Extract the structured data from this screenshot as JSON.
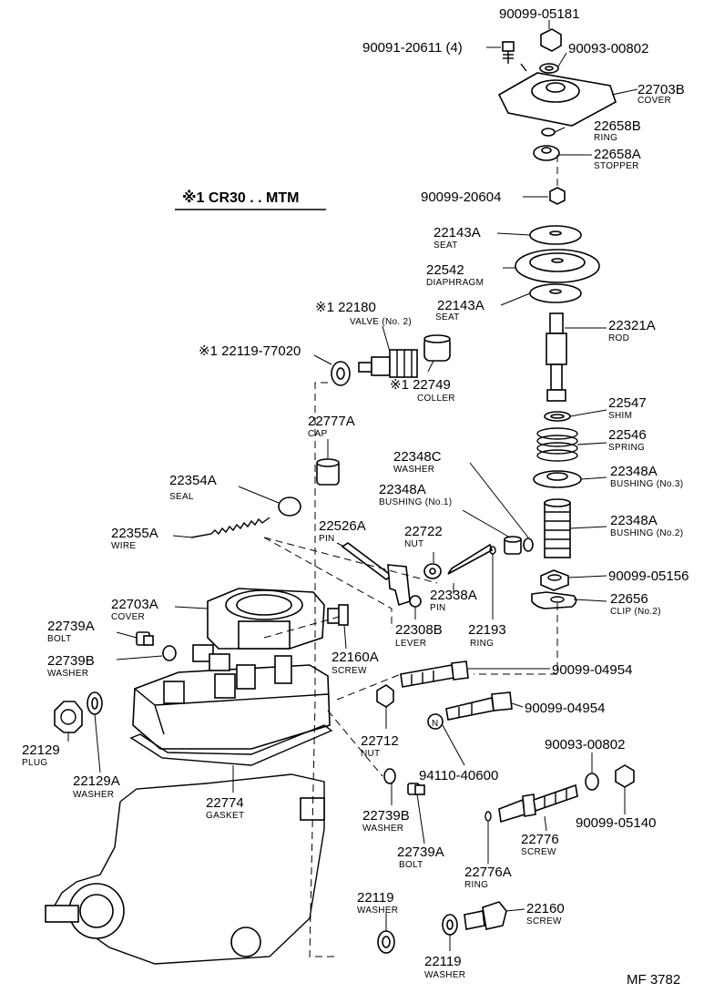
{
  "title": "※1 CR30 . . MTM",
  "footer": "MF 3782",
  "callouts": [
    {
      "id": "p1",
      "number": "90099-05181",
      "name": ""
    },
    {
      "id": "p2",
      "number": "90091-20611 (4)",
      "name": ""
    },
    {
      "id": "p3",
      "number": "90093-00802",
      "name": ""
    },
    {
      "id": "p4",
      "number": "22703B",
      "name": "COVER"
    },
    {
      "id": "p5",
      "number": "22658B",
      "name": "RING"
    },
    {
      "id": "p6",
      "number": "22658A",
      "name": "STOPPER"
    },
    {
      "id": "p7",
      "number": "90099-20604",
      "name": ""
    },
    {
      "id": "p8",
      "number": "22143A",
      "name": "SEAT"
    },
    {
      "id": "p9",
      "number": "22542",
      "name": "DIAPHRAGM"
    },
    {
      "id": "p10",
      "number": "22143A",
      "name": "SEAT"
    },
    {
      "id": "p11",
      "number": "※1 22180",
      "name": "VALVE (No. 2)"
    },
    {
      "id": "p12",
      "number": "※1 22119-77020",
      "name": ""
    },
    {
      "id": "p13",
      "number": "※1 22749",
      "name": "COLLER"
    },
    {
      "id": "p14",
      "number": "22321A",
      "name": "ROD"
    },
    {
      "id": "p15",
      "number": "22547",
      "name": "SHIM"
    },
    {
      "id": "p16",
      "number": "22546",
      "name": "SPRING"
    },
    {
      "id": "p17",
      "number": "22348A",
      "name": "BUSHING (No.3)"
    },
    {
      "id": "p18",
      "number": "22348A",
      "name": "BUSHING (No.2)"
    },
    {
      "id": "p19",
      "number": "22777A",
      "name": "CAP"
    },
    {
      "id": "p20",
      "number": "22348C",
      "name": "WASHER"
    },
    {
      "id": "p21",
      "number": "22348A",
      "name": "BUSHING (No.1)"
    },
    {
      "id": "p22",
      "number": "22354A",
      "name": "SEAL"
    },
    {
      "id": "p23",
      "number": "22355A",
      "name": "WIRE"
    },
    {
      "id": "p24",
      "number": "22526A",
      "name": "PIN"
    },
    {
      "id": "p25",
      "number": "22722",
      "name": "NUT"
    },
    {
      "id": "p26",
      "number": "22338A",
      "name": "PIN"
    },
    {
      "id": "p27",
      "number": "90099-05156",
      "name": ""
    },
    {
      "id": "p28",
      "number": "22656",
      "name": "CLIP (No.2)"
    },
    {
      "id": "p29",
      "number": "22703A",
      "name": "COVER"
    },
    {
      "id": "p30",
      "number": "22308B",
      "name": "LEVER"
    },
    {
      "id": "p31",
      "number": "22193",
      "name": "RING"
    },
    {
      "id": "p32",
      "number": "22739A",
      "name": "BOLT"
    },
    {
      "id": "p33",
      "number": "22160A",
      "name": "SCREW"
    },
    {
      "id": "p34",
      "number": "22739B",
      "name": "WASHER"
    },
    {
      "id": "p35",
      "number": "90099-04954",
      "name": ""
    },
    {
      "id": "p36",
      "number": "90099-04954",
      "name": ""
    },
    {
      "id": "p37",
      "number": "22712",
      "name": "NUT"
    },
    {
      "id": "p38",
      "number": "22129",
      "name": "PLUG"
    },
    {
      "id": "p39",
      "number": "22129A",
      "name": "WASHER"
    },
    {
      "id": "p40",
      "number": "94110-40600",
      "name": ""
    },
    {
      "id": "p41",
      "number": "90093-00802",
      "name": ""
    },
    {
      "id": "p42",
      "number": "22774",
      "name": "GASKET"
    },
    {
      "id": "p43",
      "number": "22739B",
      "name": "WASHER"
    },
    {
      "id": "p44",
      "number": "90099-05140",
      "name": ""
    },
    {
      "id": "p45",
      "number": "22776",
      "name": "SCREW"
    },
    {
      "id": "p46",
      "number": "22739A",
      "name": "BOLT"
    },
    {
      "id": "p47",
      "number": "22776A",
      "name": "RING"
    },
    {
      "id": "p48",
      "number": "22119",
      "name": "WASHER"
    },
    {
      "id": "p49",
      "number": "22160",
      "name": "SCREW"
    },
    {
      "id": "p50",
      "number": "22119",
      "name": "WASHER"
    }
  ]
}
